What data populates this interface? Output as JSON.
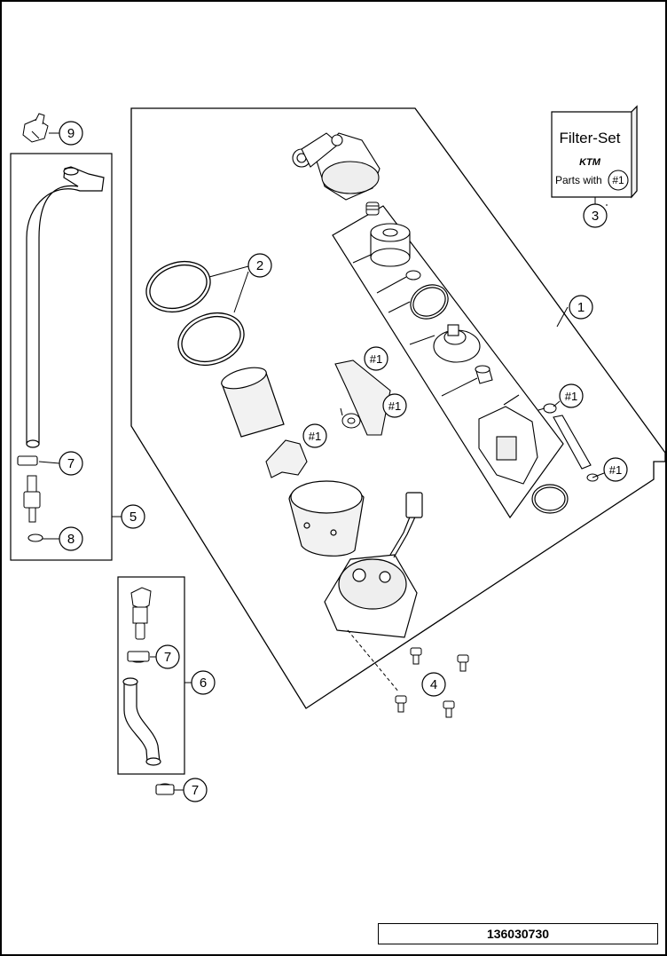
{
  "diagram": {
    "reference_number": "136030730",
    "callouts": {
      "c1": "1",
      "c2": "2",
      "c3": "3",
      "c4": "4",
      "c5": "5",
      "c6": "6",
      "c7a": "7",
      "c7b": "7",
      "c7c": "7",
      "c8": "8",
      "c9": "9"
    },
    "marks": {
      "m1": "#1",
      "m2": "#1",
      "m3": "#1",
      "m4": "#1",
      "m5": "#1"
    },
    "filter_set": {
      "title": "Filter-Set",
      "brand": "KTM",
      "parts_with_label": "Parts with",
      "parts_with_mark": "#1"
    }
  }
}
